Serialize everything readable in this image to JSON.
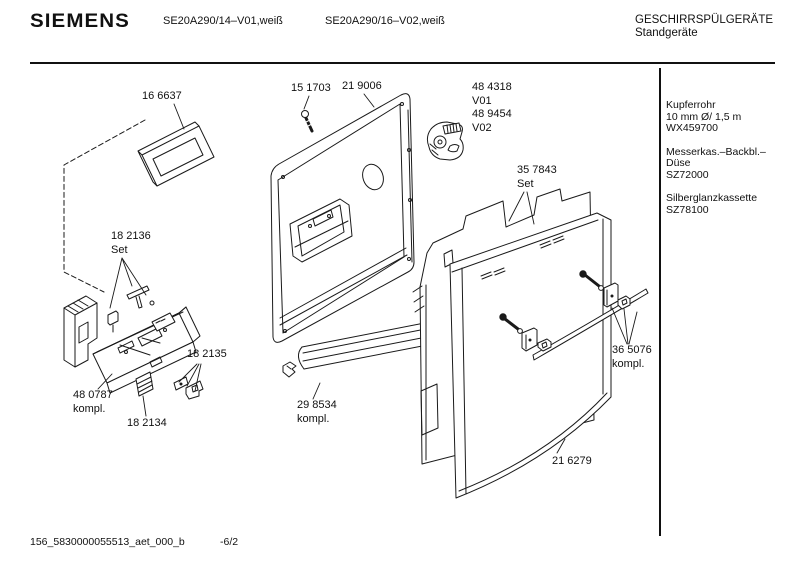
{
  "header": {
    "logo": "SIEMENS",
    "model_left": "SE20A290/14–V01,weiß",
    "model_right": "SE20A290/16–V02,weiß",
    "product_group": "GESCHIRRSPÜLGERÄTE",
    "product_type": "Standgeräte"
  },
  "sidebar": {
    "items": [
      {
        "lines": [
          "Kupferrohr",
          "10 mm Ø/ 1,5 m",
          "WX459700"
        ]
      },
      {
        "lines": [
          "Messerkas.–Backbl.–",
          "Düse",
          "SZ72000"
        ]
      },
      {
        "lines": [
          "Silberglanzkassette",
          "SZ78100"
        ]
      }
    ]
  },
  "diagram": {
    "labels": {
      "window_frame": "16 6637",
      "screw": "15 1703",
      "inner_door_panel": "21 9006",
      "door_lock": "48 4318\nV01\n48 9454\nV02",
      "insulation_panel": "35 7843\nSet",
      "fastener_set": "18 2136\nSet",
      "side_clip": "18 2135",
      "control_module": "48 0787\nkompl.",
      "button": "18 2134",
      "bottom_trim": "29 8534\nkompl.",
      "outer_door_panel": "21 6279",
      "handle_trim": "36 5076\nkompl."
    }
  },
  "footer": {
    "document_id": "156_5830000055513_aet_000_b",
    "page_ref": "-6/2"
  }
}
